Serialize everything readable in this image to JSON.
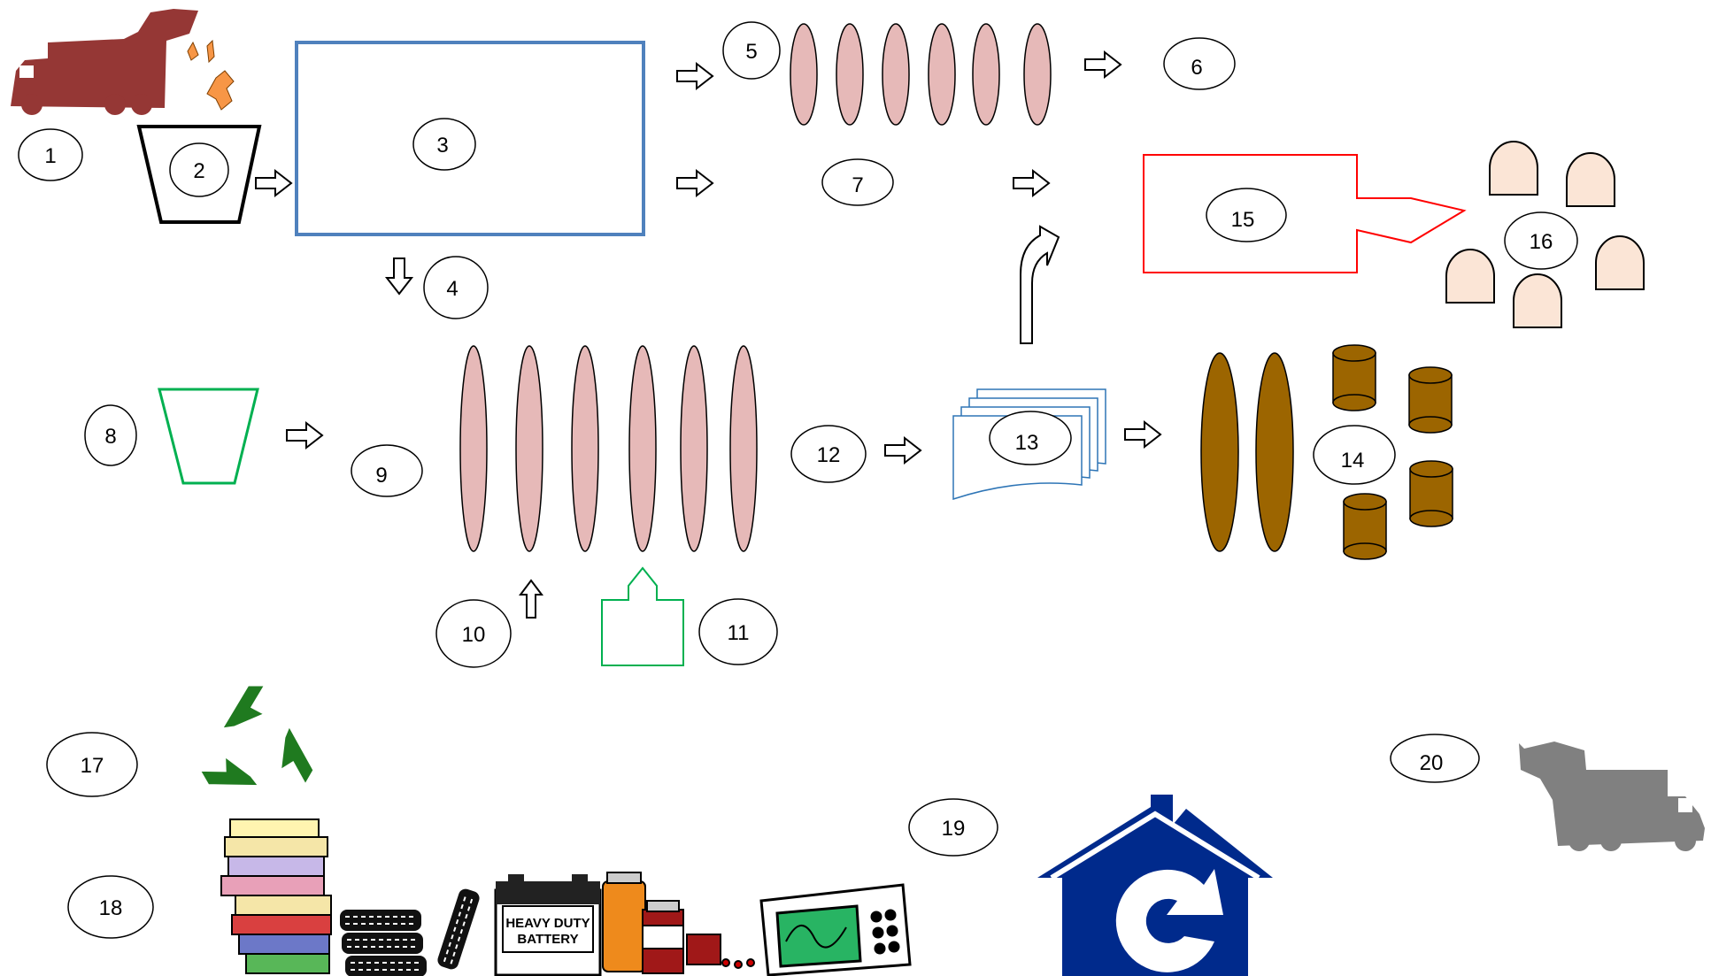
{
  "diagram": {
    "labels": [
      "1",
      "2",
      "3",
      "4",
      "5",
      "6",
      "7",
      "8",
      "9",
      "10",
      "11",
      "12",
      "13",
      "14",
      "15",
      "16",
      "17",
      "18",
      "19",
      "20"
    ],
    "battery_text": {
      "line1": "HEAVY DUTY",
      "line2": "BATTERY"
    }
  },
  "colors": {
    "truck_red": "#953735",
    "truck_gray": "#808080",
    "flame": "#f79646",
    "box_blue": "#4f81bd",
    "pink": "#e6b9b8",
    "green": "#00b050",
    "brown": "#9c6500",
    "red": "#ff0000",
    "peach": "#fbe5d6",
    "doc_blue": "#2e75b6",
    "recycle_green": "#1f7a1f",
    "house_navy": "#002a8c"
  },
  "icons": [
    "dump-truck-red-icon",
    "flame-debris-icon",
    "recycle-icon",
    "books-icon",
    "tires-icon",
    "battery-icon",
    "medicine-bottles-icon",
    "microwave-icon",
    "house-recycle-icon",
    "dump-truck-gray-icon"
  ]
}
